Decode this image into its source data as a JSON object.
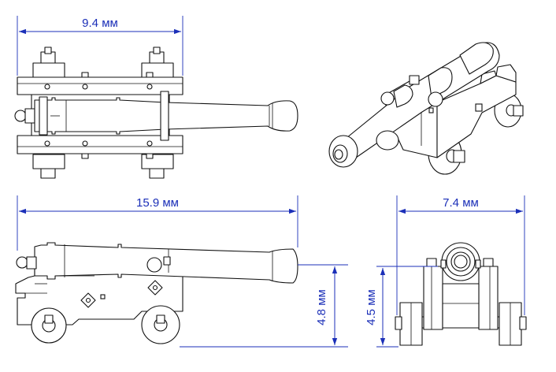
{
  "colors": {
    "dimension": "#1b2fb8",
    "line": "#111111",
    "background": "#ffffff"
  },
  "dimensions": {
    "top_width": "9.4 мм",
    "side_length": "15.9 мм",
    "side_height": "4.8 мм",
    "front_width": "7.4 мм",
    "front_height": "4.5 мм"
  }
}
